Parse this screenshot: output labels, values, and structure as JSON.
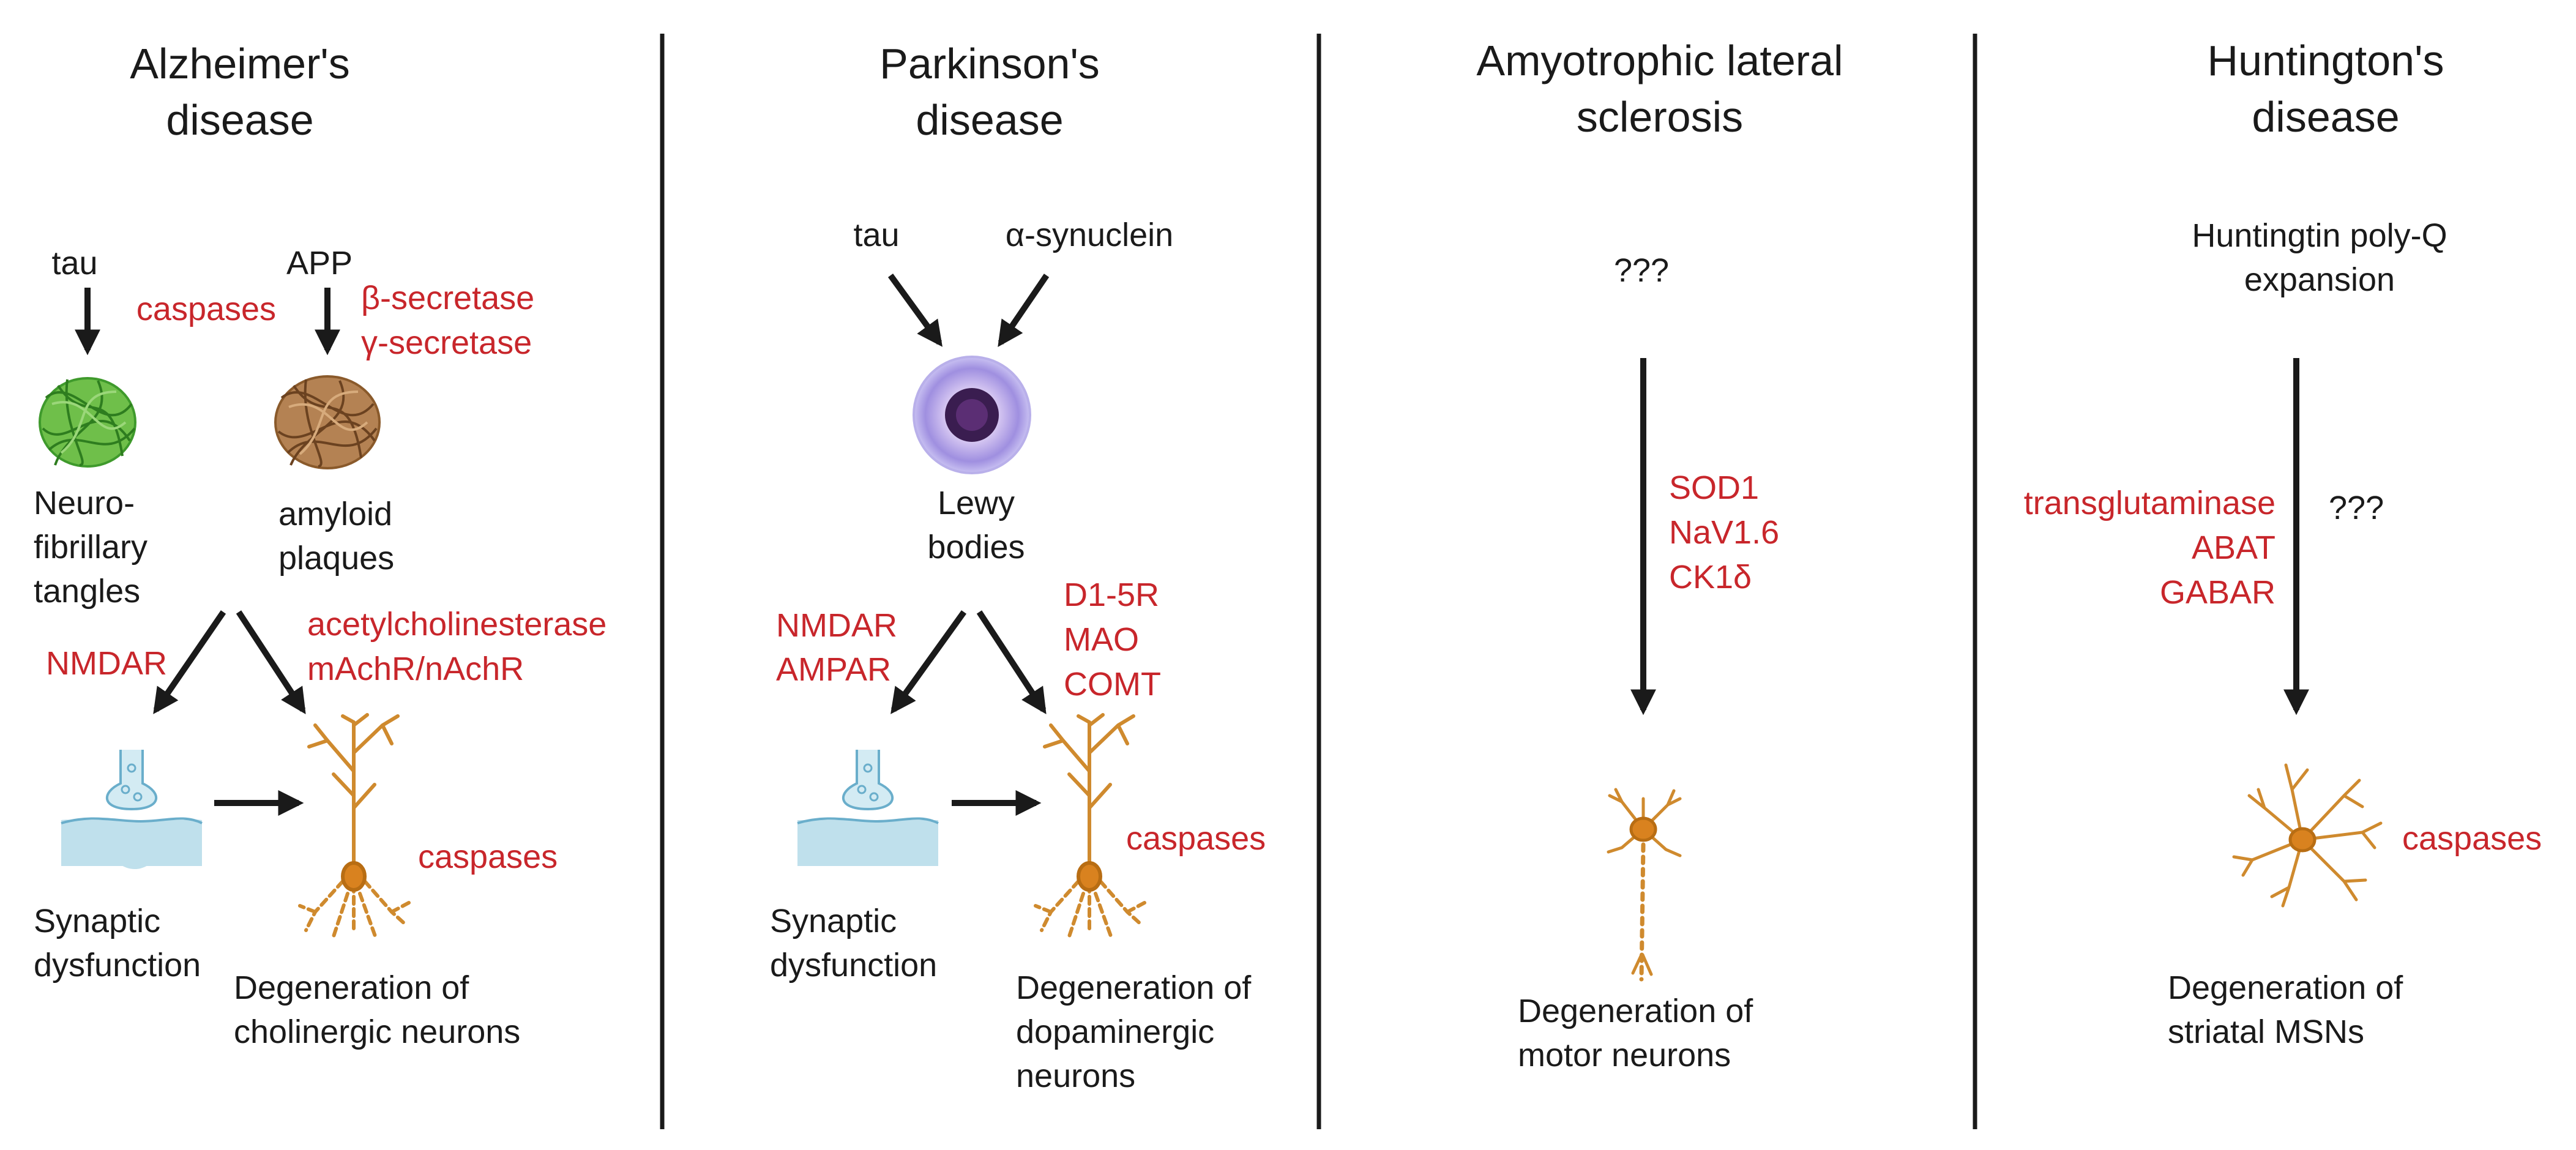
{
  "colors": {
    "text": "#1a1a1a",
    "enzyme": "#c8262b",
    "neuron": "#cf8a2e",
    "neuron_body": "#d9821f",
    "synapse": "#bfe0ec",
    "synapse_stroke": "#6aaecb",
    "tangles": "#3f9a2c",
    "plaques": "#8a5a2b",
    "lewy_outer": "#a7a0e0",
    "lewy_inner": "#4a2560"
  },
  "panels": {
    "alzheimers": {
      "title": [
        "Alzheimer's",
        "disease"
      ],
      "tau": "tau",
      "app": "APP",
      "caspases_top": "caspases",
      "secretases": [
        "β-secretase",
        "γ-secretase"
      ],
      "tangles": [
        "Neuro-",
        "fibrillary",
        "tangles"
      ],
      "plaques": [
        "amyloid",
        "plaques"
      ],
      "nmdar": "NMDAR",
      "cholinergic_targets": [
        "acetylcholinesterase",
        "mAchR/nAchR"
      ],
      "caspases_bottom": "caspases",
      "synaptic": [
        "Synaptic",
        "dysfunction"
      ],
      "degeneration": [
        "Degeneration of",
        "cholinergic neurons"
      ],
      "icons": {
        "tangles": "neurofibrillary-tangles-icon",
        "plaques": "amyloid-plaques-icon",
        "synapse": "synapse-icon",
        "neuron": "pyramidal-neuron-icon"
      }
    },
    "parkinsons": {
      "title": [
        "Parkinson's",
        "disease"
      ],
      "tau": "tau",
      "synuclein": "α-synuclein",
      "lewy": [
        "Lewy",
        "bodies"
      ],
      "receptors": [
        "NMDAR",
        "AMPAR"
      ],
      "dopamine_targets": [
        "D1-5R",
        "MAO",
        "COMT"
      ],
      "caspases": "caspases",
      "synaptic": [
        "Synaptic",
        "dysfunction"
      ],
      "degeneration": [
        "Degeneration of",
        "dopaminergic",
        "neurons"
      ],
      "icons": {
        "lewy": "lewy-body-icon",
        "synapse": "synapse-icon",
        "neuron": "pyramidal-neuron-icon"
      }
    },
    "als": {
      "title": [
        "Amyotrophic lateral",
        "sclerosis"
      ],
      "unknown": "???",
      "targets": [
        "SOD1",
        "NaV1.6",
        "CK1δ"
      ],
      "degeneration": [
        "Degeneration of",
        "motor neurons"
      ],
      "icons": {
        "neuron": "motor-neuron-icon"
      }
    },
    "huntingtons": {
      "title": [
        "Huntington's",
        "disease"
      ],
      "cause": [
        "Huntingtin poly-Q",
        "expansion"
      ],
      "targets": [
        "transglutaminase",
        "ABAT",
        "GABAR"
      ],
      "unknown": "???",
      "caspases": "caspases",
      "degeneration": [
        "Degeneration of",
        "striatal MSNs"
      ],
      "icons": {
        "neuron": "medium-spiny-neuron-icon"
      }
    }
  }
}
